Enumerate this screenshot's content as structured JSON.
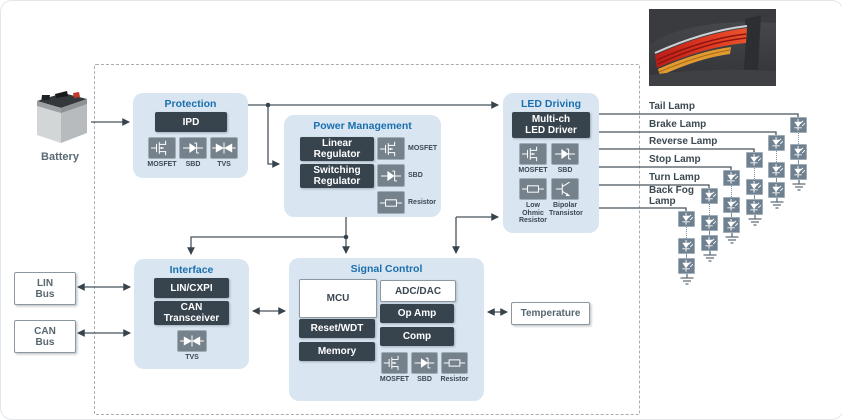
{
  "blocks": {
    "protection": {
      "title": "Protection",
      "ipd": "IPD",
      "icons": {
        "mosfet": "MOSFET",
        "sbd": "SBD",
        "tvs": "TVS"
      }
    },
    "power_management": {
      "title": "Power Management",
      "linear_regulator": "Linear\nRegulator",
      "switching_regulator": "Switching\nRegulator",
      "icons": {
        "mosfet": "MOSFET",
        "sbd": "SBD",
        "resistor": "Resistor"
      }
    },
    "led_driving": {
      "title": "LED Driving",
      "multi_ch_led_driver": "Multi-ch\nLED Driver",
      "icons": {
        "mosfet": "MOSFET",
        "sbd": "SBD",
        "low_ohmic_resistor": "Low\nOhmic\nResistor",
        "bipolar_transistor": "Bipolar\nTransistor"
      }
    },
    "interface": {
      "title": "Interface",
      "lin_cxpi": "LIN/CXPI",
      "can_transceiver": "CAN\nTransceiver",
      "icons": {
        "tvs": "TVS"
      }
    },
    "signal_control": {
      "title": "Signal Control",
      "mcu": "MCU",
      "adc_dac": "ADC/DAC",
      "op_amp": "Op Amp",
      "reset_wdt": "Reset/WDT",
      "comp": "Comp",
      "memory": "Memory",
      "icons": {
        "mosfet": "MOSFET",
        "sbd": "SBD",
        "resistor": "Resistor"
      }
    }
  },
  "external": {
    "battery": "Battery",
    "lin_bus": "LIN\nBus",
    "can_bus": "CAN\nBus",
    "temperature": "Temperature"
  },
  "lamps": {
    "tail": "Tail Lamp",
    "brake": "Brake Lamp",
    "reverse": "Reverse Lamp",
    "stop": "Stop Lamp",
    "turn": "Turn Lamp",
    "back_fog": "Back Fog\nLamp"
  },
  "colors": {
    "block_background": "#d9e6f2",
    "title_blue": "#1a6fad",
    "chip_dark": "#37434d",
    "icon_box_gray": "#75828c",
    "wire": "#37434d",
    "lamp_red": "#d2251f",
    "lamp_amber": "#e09a30"
  }
}
